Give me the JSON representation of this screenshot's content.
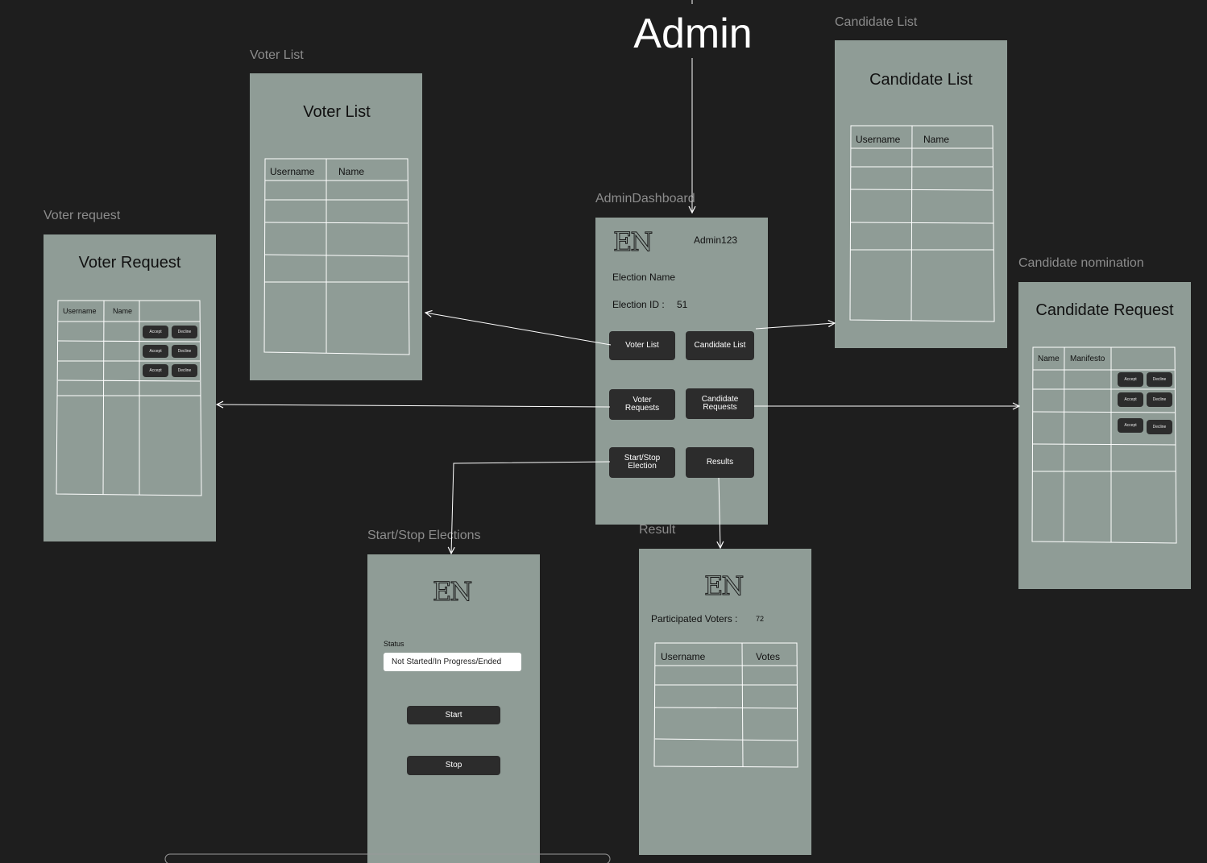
{
  "admin_title": "Admin",
  "labels": {
    "voter_list": "Voter List",
    "candidate_list": "Candidate List",
    "admin_dashboard": "AdminDashboard",
    "voter_request": "Voter request",
    "candidate_nomination": "Candidate nomination",
    "start_stop": "Start/Stop Elections",
    "result": "Result"
  },
  "logo_text": "EN",
  "voter_list": {
    "title": "Voter List",
    "headers": [
      "Username",
      "Name"
    ]
  },
  "candidate_list": {
    "title": "Candidate List",
    "headers": [
      "Username",
      "Name"
    ]
  },
  "voter_request": {
    "title": "Voter Request",
    "headers": [
      "Username",
      "Name"
    ],
    "accept": "Accept",
    "decline": "Decline"
  },
  "candidate_request": {
    "title": "Candidate Request",
    "headers": [
      "Name",
      "Manifesto"
    ],
    "accept": "Accept",
    "decline": "Decline"
  },
  "dashboard": {
    "username": "Admin123",
    "election_name": "Election Name",
    "election_id_label": "Election ID :",
    "election_id_value": "51",
    "buttons": {
      "voter_list": "Voter List",
      "candidate_list": "Candidate List",
      "voter_requests": "Voter Requests",
      "candidate_requests": "Candidate Requests",
      "start_stop": "Start/Stop Election",
      "results": "Results"
    }
  },
  "start_stop": {
    "status_label": "Status",
    "status_value": "Not Started/In Progress/Ended",
    "start": "Start",
    "stop": "Stop"
  },
  "result": {
    "participated_label": "Participated Voters :",
    "participated_value": "72",
    "headers": [
      "Username",
      "Votes"
    ]
  },
  "colors": {
    "canvas": "#1e1e1e",
    "frame": "#8f9c96",
    "button": "#2c2c2c",
    "line": "#ffffff"
  }
}
